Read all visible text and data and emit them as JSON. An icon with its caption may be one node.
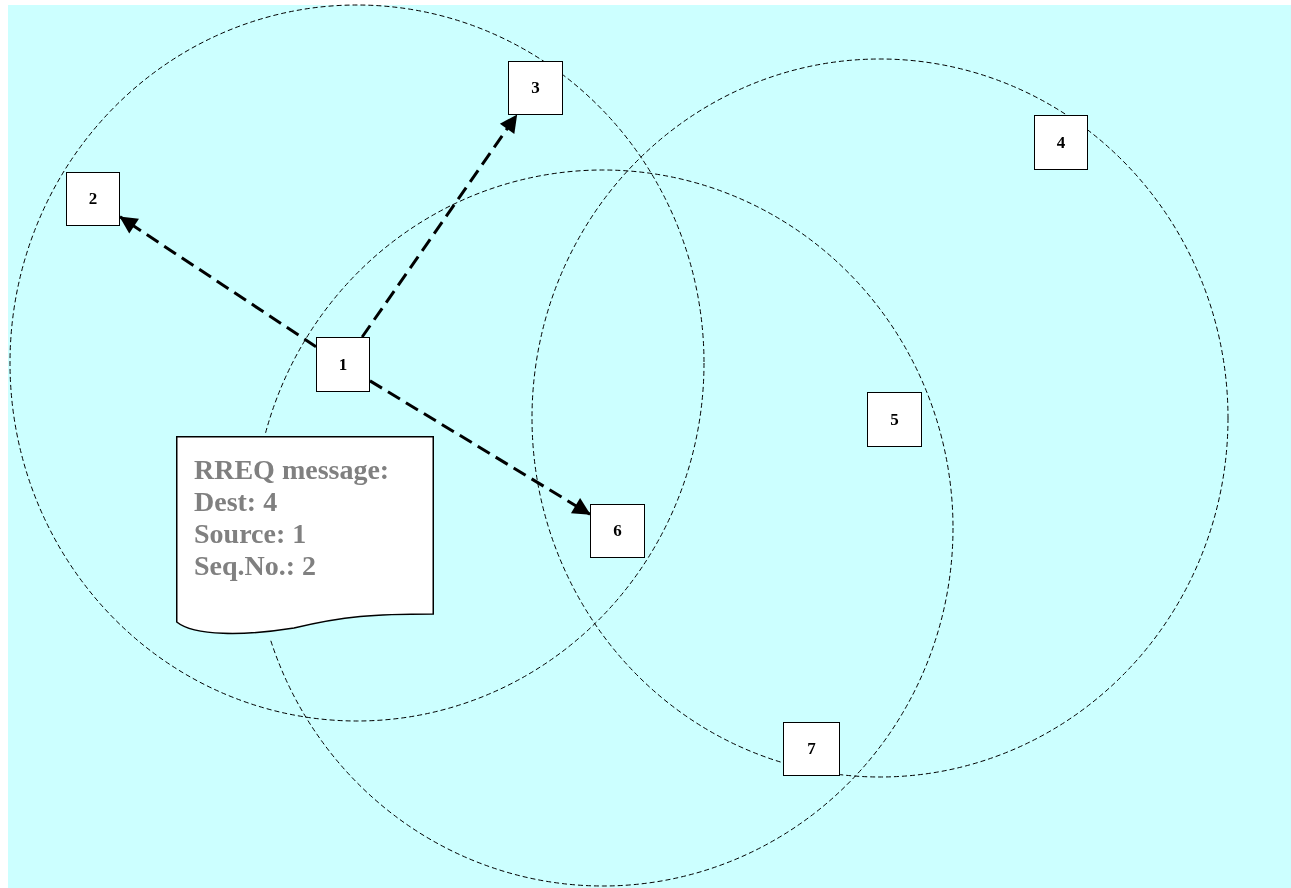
{
  "diagram": {
    "nodes": [
      {
        "text": [
          "1"
        ]
      },
      {
        "text": [
          "2"
        ]
      },
      {
        "text": [
          "3"
        ]
      },
      {
        "text": [
          "4"
        ]
      },
      {
        "text": [
          "5"
        ]
      },
      {
        "text": [
          "6"
        ]
      },
      {
        "text": [
          "7"
        ]
      },
      {
        "text": [
          "RREQ message:",
          "Dest: 4",
          "Source: 1",
          "Seq.No.: 2"
        ]
      }
    ],
    "edges": [
      {
        "from": 0,
        "to": 1,
        "arrow": "to",
        "style": "dashed"
      },
      {
        "from": 0,
        "to": 2,
        "arrow": "to",
        "style": "dashed"
      },
      {
        "from": 0,
        "to": 5,
        "arrow": "to",
        "style": "dashed"
      }
    ]
  }
}
